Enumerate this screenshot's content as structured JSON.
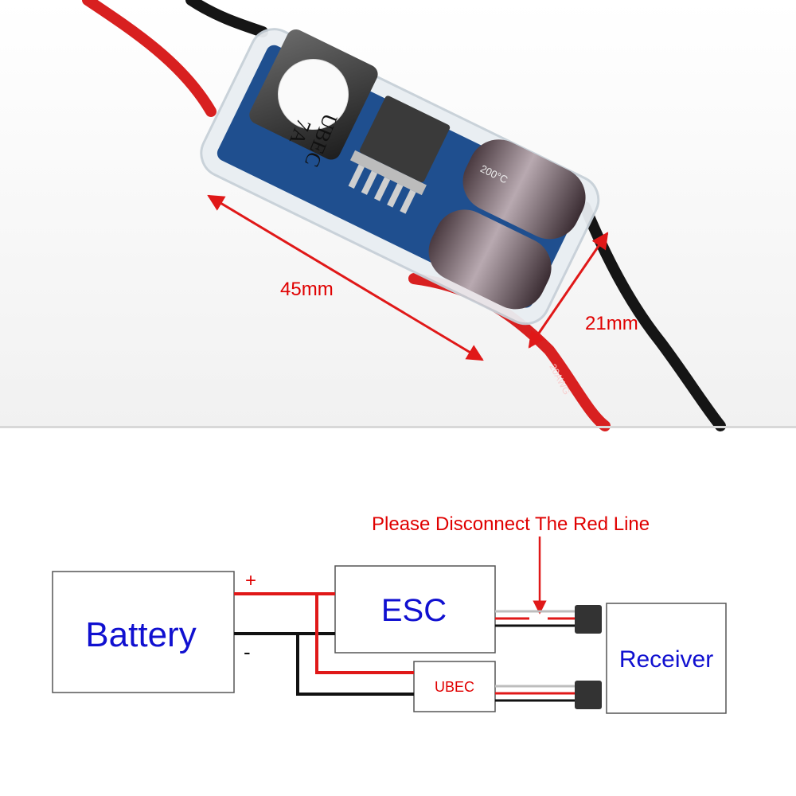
{
  "photo": {
    "module_label_line1": "UBEC",
    "module_label_line2": "7A",
    "capacitor_print": "200°C",
    "wire_print": "20AWG",
    "length_label": "45mm",
    "width_label": "21mm"
  },
  "diagram": {
    "note": "Please Disconnect The Red Line",
    "battery_label": "Battery",
    "plus_sign": "+",
    "minus_sign": "-",
    "esc_label": "ESC",
    "ubec_label": "UBEC",
    "receiver_label": "Receiver"
  },
  "colors": {
    "red_wire": "#e01818",
    "black_wire": "#111111",
    "label_red": "#e00000",
    "label_blue": "#1010d0",
    "pcb_blue": "#1f4f8f"
  }
}
